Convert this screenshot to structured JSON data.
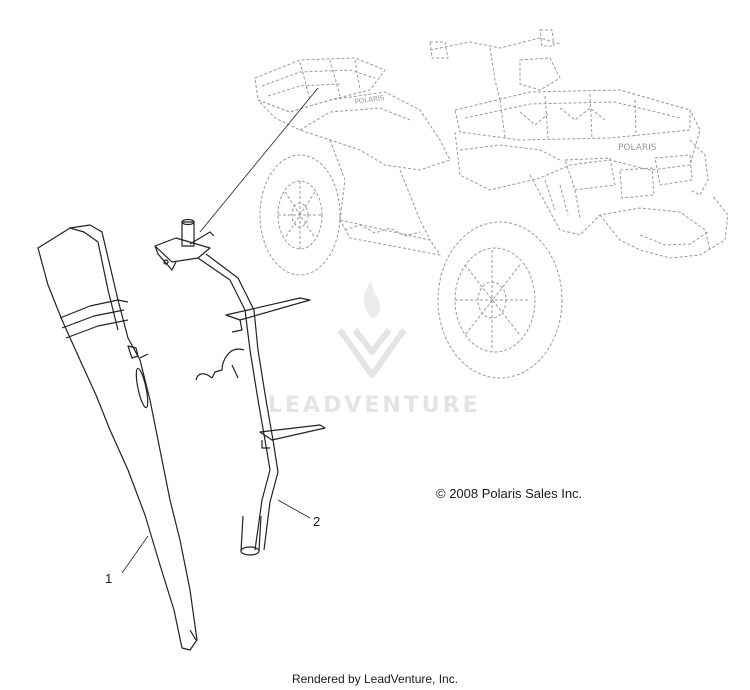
{
  "diagram": {
    "copyright": "© 2008 Polaris Sales Inc.",
    "watermark": "LEADVENTURE",
    "footer": "Rendered by LeadVenture, Inc.",
    "callouts": [
      {
        "id": "1",
        "label": "1"
      },
      {
        "id": "2",
        "label": "2"
      }
    ],
    "vehicle_brand_text": "POLARIS"
  }
}
